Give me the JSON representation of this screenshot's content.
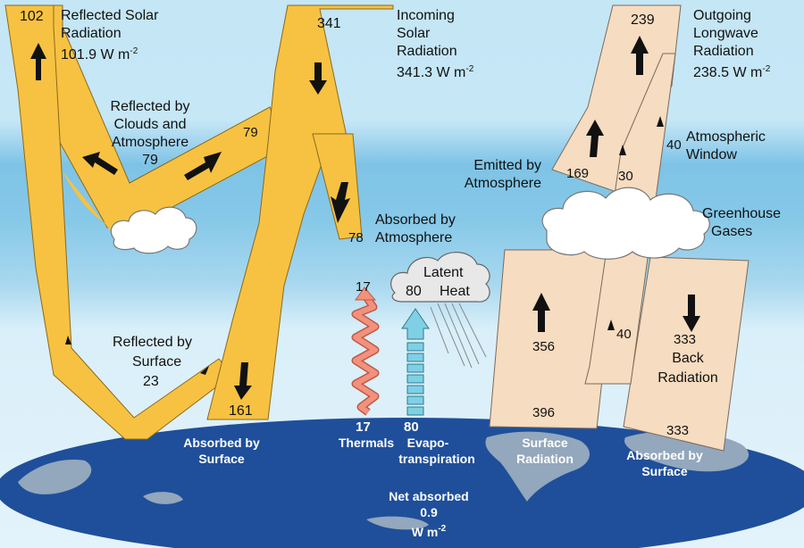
{
  "colors": {
    "sky_top": "#bfe3f4",
    "sky_band": "#7fc4e6",
    "solar": "#f7c242",
    "longwave": "#f6dcc0",
    "thermals": "#f2917e",
    "latent": "#7fd0e4",
    "earth": "#1f4f9a",
    "land": "#93a7bd"
  },
  "reflected_solar": {
    "value": "102",
    "line1": "Reflected Solar",
    "line2": "Radiation",
    "flux": "101.9 W m",
    "sup": "-2"
  },
  "incoming_solar": {
    "value": "341",
    "line1": "Incoming",
    "line2": "Solar",
    "line3": "Radiation",
    "flux": "341.3 W m",
    "sup": "-2"
  },
  "outgoing_longwave": {
    "value": "239",
    "line1": "Outgoing",
    "line2": "Longwave",
    "line3": "Radiation",
    "flux": "238.5 W m",
    "sup": "-2"
  },
  "reflected_clouds": {
    "value_branch": "79",
    "line1": "Reflected by",
    "line2": "Clouds and",
    "line3": "Atmosphere",
    "line4": "79"
  },
  "absorbed_atmosphere": {
    "value": "78",
    "line1": "Absorbed by",
    "line2": "Atmosphere"
  },
  "latent_heat": {
    "value": "80",
    "line1": "Latent",
    "line2": "Heat",
    "bottom_value": "80",
    "bottom_line1": "Evapo-",
    "bottom_line2": "transpiration"
  },
  "thermals": {
    "top_value": "17",
    "bottom_value": "17",
    "label": "Thermals"
  },
  "reflected_surface": {
    "line1": "Reflected by",
    "line2": "Surface",
    "line3": "23"
  },
  "absorbed_surface_solar": {
    "value": "161",
    "line1": "Absorbed by",
    "line2": "Surface"
  },
  "emitted_atmosphere": {
    "value": "169",
    "line1": "Emitted by",
    "line2": "Atmosphere"
  },
  "window": {
    "value_top": "30",
    "value": "40",
    "line1": "Atmospheric",
    "line2": "Window",
    "value_low": "40"
  },
  "greenhouse": {
    "line1": "Greenhouse",
    "line2": "Gases"
  },
  "surface_radiation": {
    "value_up": "356",
    "value_base": "396",
    "line1": "Surface",
    "line2": "Radiation"
  },
  "back_radiation": {
    "value": "333",
    "line1": "Back",
    "line2": "Radiation",
    "base_value": "333",
    "line3": "Absorbed by",
    "line4": "Surface"
  },
  "net_absorbed": {
    "line1": "Net absorbed",
    "line2": "0.9",
    "line3": "W m",
    "sup": "-2"
  }
}
